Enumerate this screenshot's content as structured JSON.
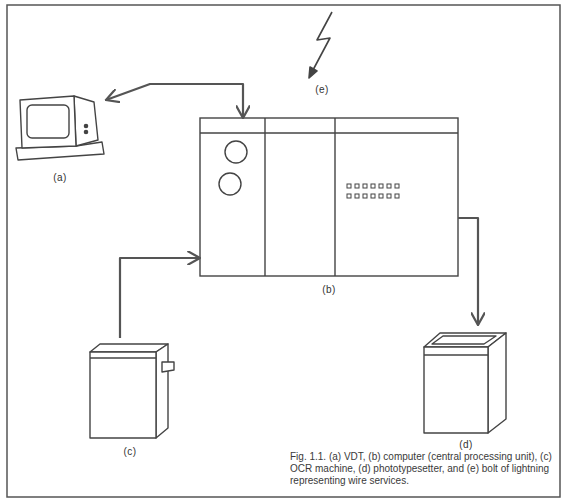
{
  "diagram": {
    "caption": "Fig. 1.1. (a) VDT, (b) computer (central processing unit), (c) OCR machine, (d) phototypesetter, and (e) bolt of lightning representing wire services.",
    "nodes": [
      {
        "text": [
          "(a)"
        ]
      },
      {
        "text": [
          "(b)"
        ]
      },
      {
        "text": [
          "(c)"
        ]
      },
      {
        "text": [
          "(d)"
        ]
      },
      {
        "text": [
          "(e)"
        ]
      }
    ],
    "edges": [
      {
        "from": 0,
        "to": 1,
        "arrow": "both"
      },
      {
        "from": 2,
        "to": 1,
        "arrow": "to"
      },
      {
        "from": 1,
        "to": 3,
        "arrow": "to"
      }
    ]
  }
}
